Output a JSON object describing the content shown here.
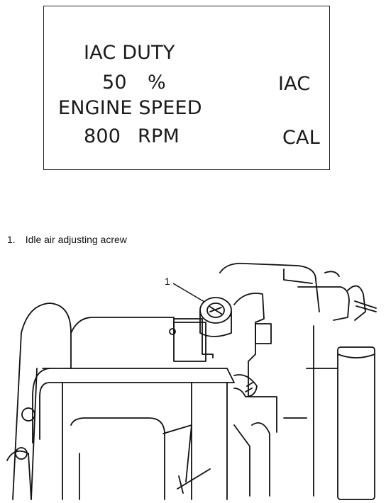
{
  "display": {
    "line1": "IAC DUTY",
    "duty_value": "50",
    "duty_unit": "%",
    "side_top": "IAC",
    "line3": "ENGINE SPEED",
    "speed_value": "800",
    "speed_unit": "RPM",
    "side_bottom": "CAL"
  },
  "caption": {
    "number": "1.",
    "text": "Idle air adjusting acrew"
  },
  "figure": {
    "callout": "1"
  }
}
